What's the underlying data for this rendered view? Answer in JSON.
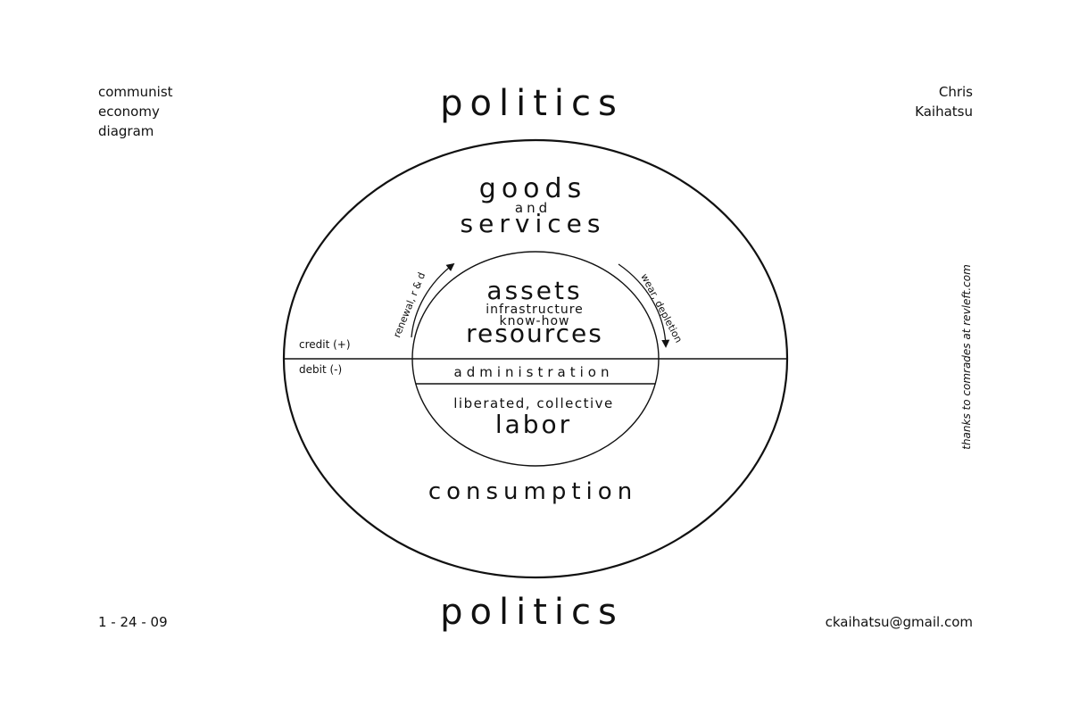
{
  "corners": {
    "title_lines": [
      "communist",
      "economy",
      "diagram"
    ],
    "author_lines": [
      "Chris",
      "Kaihatsu"
    ],
    "date": "1 - 24 - 09",
    "email": "ckaihatsu@gmail.com"
  },
  "diagram": {
    "top_label": "politics",
    "bottom_label": "politics",
    "goods": "goods",
    "and": "and",
    "services": "services",
    "assets": "assets",
    "infrastructure": "infrastructure",
    "know_how": "know-how",
    "resources": "resources",
    "administration": "administration",
    "liberated": "liberated, collective",
    "labor": "labor",
    "consumption": "consumption",
    "credit": "credit (+)",
    "debit": "debit (-)",
    "renewal": "renewal, r & d",
    "wear": "wear, depletion",
    "thanks": "thanks to comrades at revleft.com"
  },
  "colors": {
    "ink": "#111111",
    "background": "#ffffff"
  }
}
